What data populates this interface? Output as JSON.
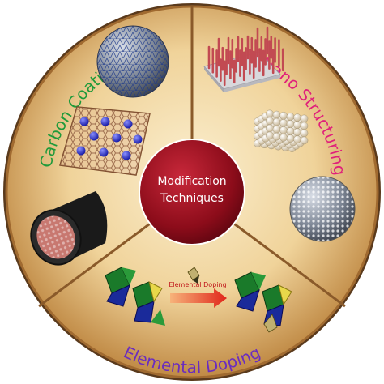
{
  "center": {
    "line1": "Modification",
    "line2": "Techniques"
  },
  "sections": {
    "carbon_coating": {
      "label": "Carbon Coating",
      "color": "#1f9a3a"
    },
    "nano_structuring": {
      "label": "Nano Structuring",
      "color": "#e0207a"
    },
    "elemental_doping": {
      "label": "Elemental Doping",
      "color": "#6a2dbf"
    }
  },
  "doping_arrow": {
    "label": "Elemental Doping"
  },
  "colors": {
    "disc_outer": "#b07a3a",
    "disc_inner": "#f4ddb0",
    "divider": "#8a5a2a",
    "center_fill": "#9b1020"
  },
  "icons": [
    "sphere-mesh-icon",
    "graphene-sheet-icon",
    "coated-cylinder-icon",
    "nanorod-array-icon",
    "sphere-stack-icon",
    "porous-sphere-icon",
    "doped-crystal-icon"
  ]
}
